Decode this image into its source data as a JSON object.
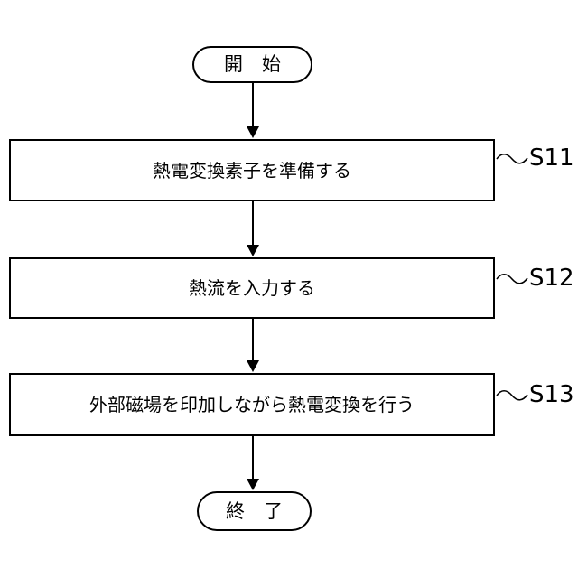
{
  "figure": {
    "type": "flowchart",
    "background_color": "#ffffff",
    "line_color": "#000000",
    "start": {
      "label": "開　始"
    },
    "end": {
      "label": "終　了"
    },
    "steps": [
      {
        "id": "S11",
        "label": "熱電変換素子を準備する"
      },
      {
        "id": "S12",
        "label": "熱流を入力する"
      },
      {
        "id": "S13",
        "label": "外部磁場を印加しながら熱電変換を行う"
      }
    ],
    "icons": {
      "arrow": "down-arrow-icon",
      "connector": "squiggle-connector-icon"
    }
  }
}
